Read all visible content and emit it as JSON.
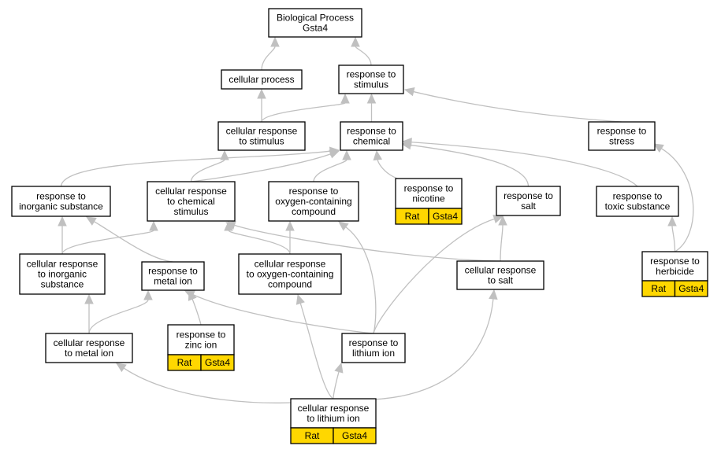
{
  "nodes": {
    "root": {
      "lines": [
        "Biological Process",
        "Gsta4"
      ]
    },
    "cellular_process": {
      "lines": [
        "cellular process"
      ]
    },
    "response_to_stimulus": {
      "lines": [
        "response to",
        "stimulus"
      ]
    },
    "cellular_response_to_stimulus": {
      "lines": [
        "cellular response",
        "to stimulus"
      ]
    },
    "response_to_chemical": {
      "lines": [
        "response to",
        "chemical"
      ]
    },
    "response_to_stress": {
      "lines": [
        "response to",
        "stress"
      ]
    },
    "response_to_inorganic_substance": {
      "lines": [
        "response to",
        "inorganic substance"
      ]
    },
    "cellular_response_to_chemical_stimulus": {
      "lines": [
        "cellular response",
        "to chemical",
        "stimulus"
      ]
    },
    "response_to_oxygen_containing_compound": {
      "lines": [
        "response to",
        "oxygen-containing",
        "compound"
      ]
    },
    "response_to_nicotine": {
      "lines": [
        "response to",
        "nicotine"
      ],
      "annotation": [
        "Rat",
        "Gsta4"
      ]
    },
    "response_to_salt": {
      "lines": [
        "response to",
        "salt"
      ]
    },
    "response_to_toxic_substance": {
      "lines": [
        "response to",
        "toxic substance"
      ]
    },
    "cellular_response_to_inorganic_substance": {
      "lines": [
        "cellular response",
        "to inorganic",
        "substance"
      ]
    },
    "response_to_metal_ion": {
      "lines": [
        "response to",
        "metal ion"
      ]
    },
    "cellular_response_to_oxygen_containing_compound": {
      "lines": [
        "cellular response",
        "to oxygen-containing",
        "compound"
      ]
    },
    "cellular_response_to_salt": {
      "lines": [
        "cellular response",
        "to salt"
      ]
    },
    "response_to_herbicide": {
      "lines": [
        "response to",
        "herbicide"
      ],
      "annotation": [
        "Rat",
        "Gsta4"
      ]
    },
    "cellular_response_to_metal_ion": {
      "lines": [
        "cellular response",
        "to metal ion"
      ]
    },
    "response_to_zinc_ion": {
      "lines": [
        "response to",
        "zinc ion"
      ],
      "annotation": [
        "Rat",
        "Gsta4"
      ]
    },
    "response_to_lithium_ion": {
      "lines": [
        "response to",
        "lithium ion"
      ]
    },
    "cellular_response_to_lithium_ion": {
      "lines": [
        "cellular response",
        "to lithium ion"
      ],
      "annotation": [
        "Rat",
        "Gsta4"
      ]
    }
  },
  "edges": [
    [
      "cellular_process",
      "root"
    ],
    [
      "response_to_stimulus",
      "root"
    ],
    [
      "cellular_response_to_stimulus",
      "cellular_process"
    ],
    [
      "cellular_response_to_stimulus",
      "response_to_stimulus"
    ],
    [
      "response_to_chemical",
      "response_to_stimulus"
    ],
    [
      "response_to_stress",
      "response_to_stimulus"
    ],
    [
      "response_to_inorganic_substance",
      "response_to_chemical"
    ],
    [
      "cellular_response_to_chemical_stimulus",
      "cellular_response_to_stimulus"
    ],
    [
      "cellular_response_to_chemical_stimulus",
      "response_to_chemical"
    ],
    [
      "response_to_oxygen_containing_compound",
      "response_to_chemical"
    ],
    [
      "response_to_nicotine",
      "response_to_chemical"
    ],
    [
      "response_to_salt",
      "response_to_chemical"
    ],
    [
      "response_to_toxic_substance",
      "response_to_chemical"
    ],
    [
      "cellular_response_to_inorganic_substance",
      "response_to_inorganic_substance"
    ],
    [
      "cellular_response_to_inorganic_substance",
      "cellular_response_to_chemical_stimulus"
    ],
    [
      "response_to_metal_ion",
      "response_to_inorganic_substance"
    ],
    [
      "cellular_response_to_oxygen_containing_compound",
      "cellular_response_to_chemical_stimulus"
    ],
    [
      "cellular_response_to_oxygen_containing_compound",
      "response_to_oxygen_containing_compound"
    ],
    [
      "cellular_response_to_salt",
      "cellular_response_to_chemical_stimulus"
    ],
    [
      "cellular_response_to_salt",
      "response_to_salt"
    ],
    [
      "response_to_herbicide",
      "response_to_toxic_substance"
    ],
    [
      "response_to_herbicide",
      "response_to_stress"
    ],
    [
      "cellular_response_to_metal_ion",
      "cellular_response_to_inorganic_substance"
    ],
    [
      "cellular_response_to_metal_ion",
      "response_to_metal_ion"
    ],
    [
      "response_to_zinc_ion",
      "response_to_metal_ion"
    ],
    [
      "response_to_lithium_ion",
      "response_to_metal_ion"
    ],
    [
      "response_to_lithium_ion",
      "response_to_oxygen_containing_compound"
    ],
    [
      "response_to_lithium_ion",
      "response_to_salt"
    ],
    [
      "cellular_response_to_lithium_ion",
      "cellular_response_to_metal_ion"
    ],
    [
      "cellular_response_to_lithium_ion",
      "response_to_lithium_ion"
    ],
    [
      "cellular_response_to_lithium_ion",
      "cellular_response_to_oxygen_containing_compound"
    ],
    [
      "cellular_response_to_lithium_ion",
      "cellular_response_to_salt"
    ]
  ]
}
